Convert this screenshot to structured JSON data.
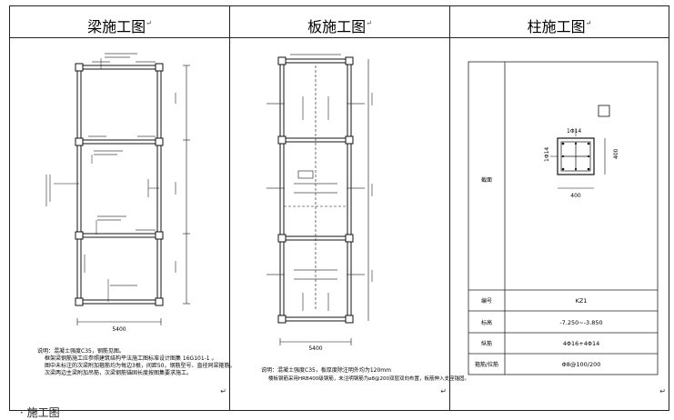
{
  "headers": {
    "beam": "梁施工图",
    "slab": "板施工图",
    "column": "柱施工图",
    "return_mark": "↵"
  },
  "beam": {
    "dimensions": {
      "bottom_total": "5400"
    },
    "notes": [
      "说明：混凝土强度C35，钢筋见图。",
      "框架梁钢筋施工应参照建筑结构平法施工图标准设计图集 16G101-1 。",
      "图中未标注的次梁附加箍筋均为每边3根，间距50，钢筋型号、直径同梁箍筋，",
      "次梁两边主梁附加吊筋，次梁钢筋锚固长度按图集要求施工。"
    ]
  },
  "slab": {
    "dimensions": {
      "bottom_total": "5400"
    },
    "notes": [
      "说明：混凝土强度C35，板厚度除注明外均为120mm",
      "楼板钢筋采用HRB400级钢筋，未注明钢筋为⌀8@200双层双向布置，板筋伸入支座锚固。"
    ]
  },
  "column": {
    "section_label": "截面",
    "section_dims": {
      "top": "1Φ14",
      "left": "1Φ14",
      "right": "400",
      "bottom": "400"
    },
    "rows": [
      {
        "label": "编号",
        "value": "KZ1"
      },
      {
        "label": "标高",
        "value": "-7.250~-3.850"
      },
      {
        "label": "纵筋",
        "value": "4Φ16+4Φ14"
      },
      {
        "label": "箍筋/拉筋",
        "value": "Φ8@100/200"
      }
    ]
  },
  "footer_fragment": "· 施工图"
}
